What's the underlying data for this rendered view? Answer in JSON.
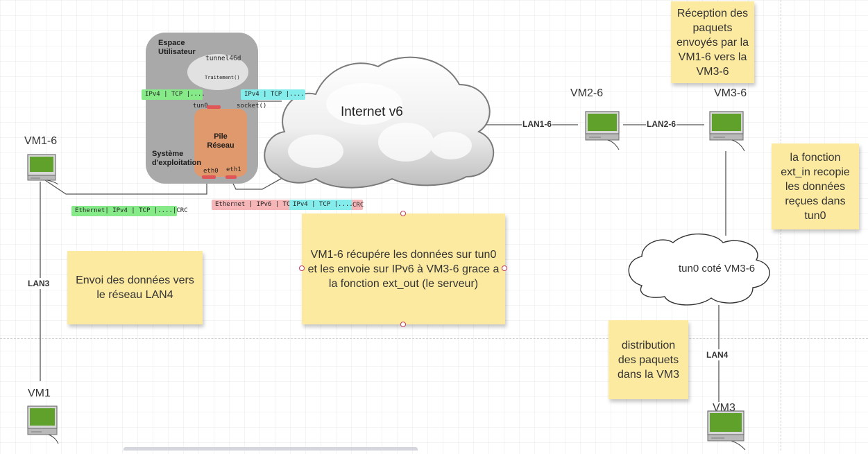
{
  "labels": {
    "vm1_6": "VM1-6",
    "vm2_6": "VM2-6",
    "vm3_6": "VM3-6",
    "vm1": "VM1",
    "vm3": "VM3",
    "internet": "Internet v6",
    "tun0_cloud": "tun0 coté VM3-6"
  },
  "links": {
    "lan1_6": "LAN1-6",
    "lan2_6": "LAN2-6",
    "lan3": "LAN3",
    "lan4": "LAN4"
  },
  "notes": {
    "reception": "Réception des paquets envoyés par la VM1-6 vers la VM3-6",
    "ext_in": "la fonction ext_in recopie les données reçues dans tun0",
    "envoi_lan4": "Envoi des données vers le réseau LAN4",
    "vm1_6_recupere": "VM1-6 récupére les données sur tun0 et les envoie sur IPv6 à VM3-6 grace a la fonction ext_out (le serveur)",
    "distribution": "distribution des paquets dans la VM3"
  },
  "netstack": {
    "espace": "Espace",
    "utilisateur": "Utilisateur",
    "systeme": "Système",
    "exploitation": "d'exploitation",
    "tunnel": "tunnel46d",
    "traitement": "Traitement()",
    "tun0": "tun0",
    "socket": "socket()",
    "pile": "Pile",
    "reseau": "Réseau",
    "eth0": "eth0",
    "eth1": "eth1"
  },
  "packets": {
    "ipv4_tun": "IPv4 | TCP |....",
    "ipv4_sock": "IPv4 | TCP |....",
    "ethernet_ipv4": "Ethernet| IPv4 | TCP |....|CRC",
    "ethernet_ipv6": "Ethernet | IPv6 | TCP ",
    "inner_ipv4": "IPv4 | TCP |....",
    "crc": "CRC"
  },
  "icons": [
    "computer-icon",
    "cloud-icon"
  ]
}
